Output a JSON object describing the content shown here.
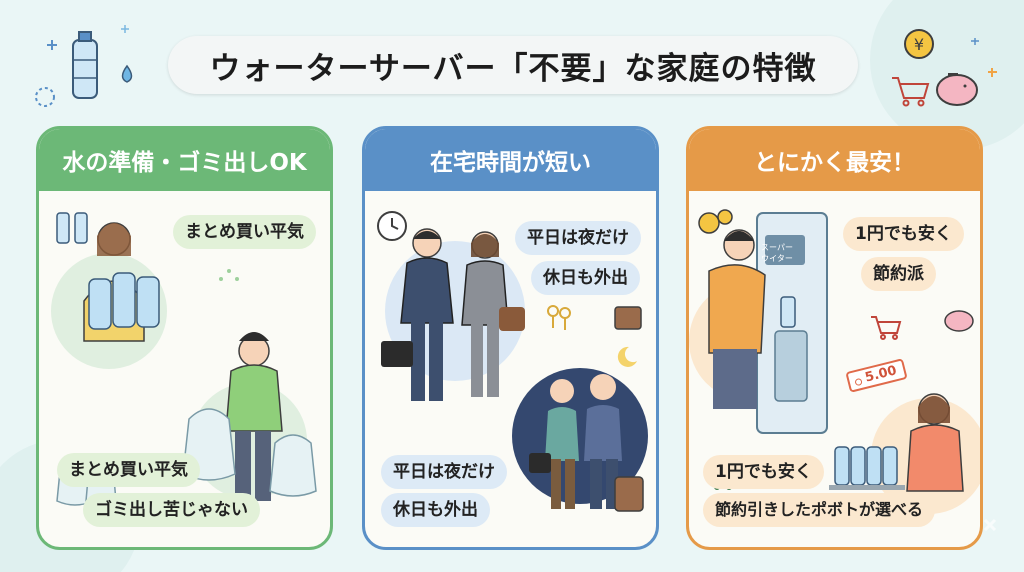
{
  "title": "ウォーターサーバー「不要」な家庭の特徴",
  "panels": [
    {
      "heading": "水の準備・ゴミ出しOK",
      "tags_top": [
        "まとめ買い平気"
      ],
      "tags_bottom": [
        "まとめ買い平気",
        "ゴミ出し苦じゃない"
      ]
    },
    {
      "heading": "在宅時間が短い",
      "tags_top": [
        "平日は夜だけ",
        "休日も外出"
      ],
      "tags_bottom": [
        "平日は夜だけ",
        "休日も外出"
      ]
    },
    {
      "heading": "とにかく最安！",
      "tags_top": [
        "1円でも安く",
        "節約派"
      ],
      "tags_bottom": [
        "1円でも安く",
        "節約引きしたポボトが選べる"
      ],
      "price_tag": "5.00",
      "server_sign": "スーパーウイター"
    }
  ],
  "colors": {
    "green": "#6cb877",
    "blue": "#5a90c7",
    "orange": "#e59a48",
    "background": "#eaf6f6"
  },
  "icons": [
    "water-bottle-icon",
    "water-drop-icon",
    "yen-coin-icon",
    "piggy-bank-icon",
    "shopping-cart-icon",
    "clock-icon",
    "keys-icon",
    "suitcase-icon",
    "moon-icon",
    "trash-bag-icon"
  ]
}
